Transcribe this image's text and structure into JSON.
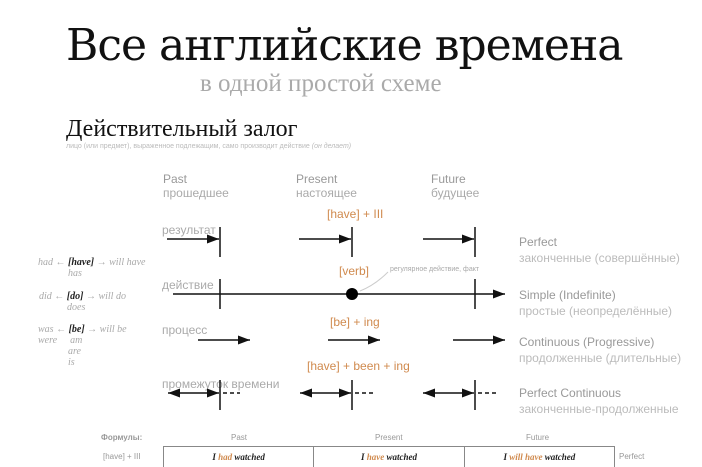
{
  "header": {
    "title": "Все английские времена",
    "subtitle": "в одной простой схеме"
  },
  "section": {
    "title": "Действительный залог",
    "note": "лицо (или предмет), выраженное подлежащим, само производит действие",
    "note_italic": "(он делает)"
  },
  "columns": [
    {
      "en": "Past",
      "ru": "прошедшее"
    },
    {
      "en": "Present",
      "ru": "настоящее"
    },
    {
      "en": "Future",
      "ru": "будущее"
    }
  ],
  "rows": [
    {
      "label": "результат",
      "formula": "[have] + III",
      "tense_en": "Perfect",
      "tense_ru": "законченные (совершённые)"
    },
    {
      "label": "действие",
      "formula": "[verb]",
      "tense_en": "Simple (Indefinite)",
      "tense_ru": "простые (неопределённые)",
      "note": "регулярное действие, факт"
    },
    {
      "label": "процесс",
      "formula": "[be] + ing",
      "tense_en": "Continuous (Progressive)",
      "tense_ru": "продолженные (длительные)"
    },
    {
      "label": "промежуток времени",
      "formula": "[have] + been + ing",
      "tense_en": "Perfect Continuous",
      "tense_ru": "законченные-продолженные"
    }
  ],
  "auxiliaries": {
    "have": {
      "past": "had",
      "base": "[have]",
      "future": "will have",
      "present": "has"
    },
    "do": {
      "past": "did",
      "base": "[do]",
      "future": "will do",
      "present": "does"
    },
    "be": {
      "past": "was",
      "past2": "were",
      "base": "[be]",
      "future": "will be",
      "present1": "am",
      "present2": "are",
      "present3": "is"
    }
  },
  "formulas_table": {
    "label": "Формулы:",
    "headers": [
      "Past",
      "Present",
      "Future"
    ],
    "rows": [
      {
        "formula": "[have] + III",
        "cells": [
          {
            "pre": "I ",
            "aux": "had",
            "post": " watched"
          },
          {
            "pre": "I ",
            "aux": "have",
            "post": " watched"
          },
          {
            "pre": "I ",
            "aux": "will have",
            "post": " watched"
          }
        ],
        "tense": "Perfect"
      }
    ]
  },
  "colors": {
    "accent": "#d08a4e",
    "muted": "#aaaaaa",
    "ink": "#111111"
  }
}
